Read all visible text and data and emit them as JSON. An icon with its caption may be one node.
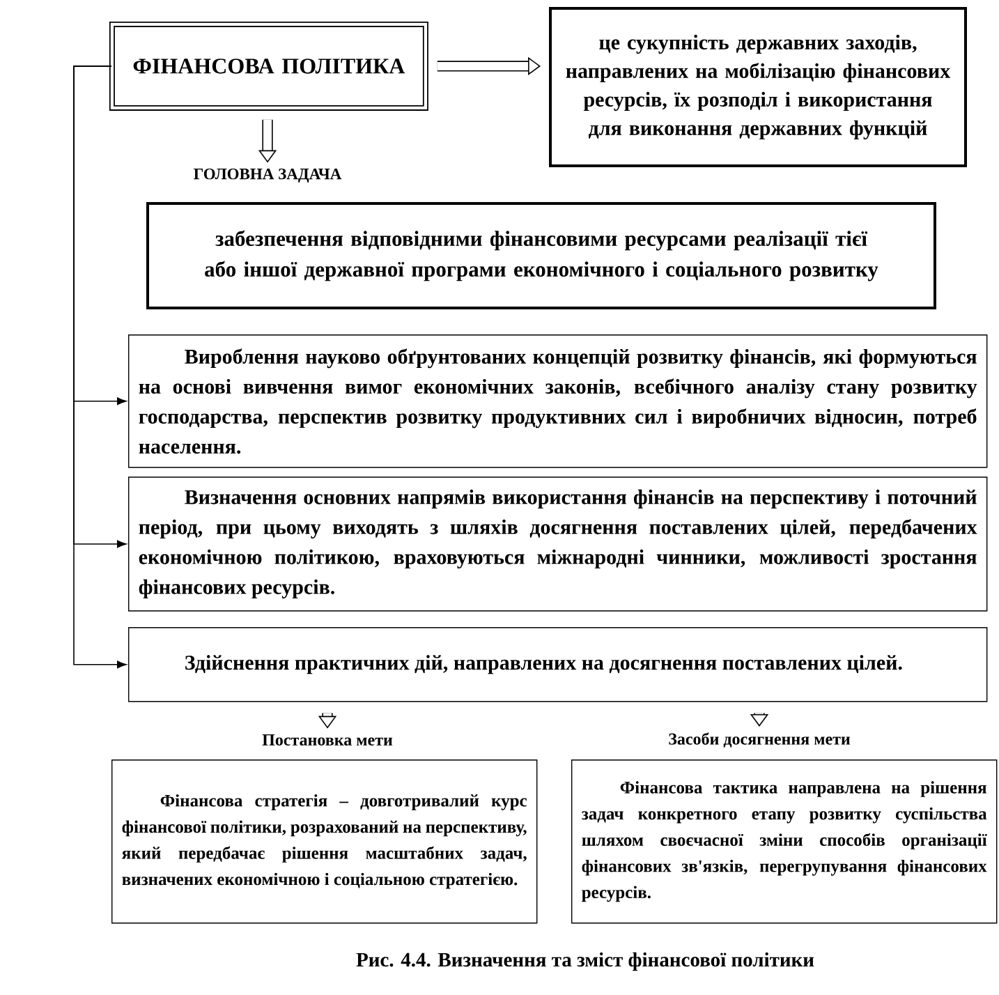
{
  "diagram": {
    "caption": "Рис. 4.4. Визначення та зміст фінансової політики",
    "nodes": [
      {
        "text": [
          "ФІНАНСОВА ПОЛІТИКА"
        ]
      },
      {
        "text": [
          "це сукупність державних заходів, направлених на мобілізацію фінансових ресурсів, їх розподіл і використання для виконання державних функцій"
        ]
      },
      {
        "text": [
          "ГОЛОВНА ЗАДАЧА"
        ]
      },
      {
        "text": [
          "забезпечення відповідними фінансовими ресурсами реалізації тієї або іншої державної програми економічного і соціального розвитку"
        ]
      },
      {
        "text": [
          "Вироблення науково обґрунтованих концепцій розвитку фінансів, які формуються на основі вивчення вимог економічних законів, всебічного аналізу стану розвитку господарства, перспектив розвитку продуктивних сил і виробничих відносин, потреб населення."
        ]
      },
      {
        "text": [
          "Визначення основних напрямів використання фінансів на перспективу і поточний період, при цьому виходять з шляхів досягнення поставлених цілей, передбачених економічною політикою, враховуються міжнародні чинники, можливості зростання фінансових ресурсів."
        ]
      },
      {
        "text": [
          "Здійснення практичних дій, направлених на досягнення поставлених цілей."
        ]
      },
      {
        "text": [
          "Постановка мети"
        ]
      },
      {
        "text": [
          "Засоби досягнення мети"
        ]
      },
      {
        "text": [
          "Фінансова стратегія – довготривалий курс фінансової політики, розрахований на перспективу, який передбачає рішення масштабних задач, визначених економічною і соціальною стратегією."
        ]
      },
      {
        "text": [
          "Фінансова тактика направлена на рішення задач конкретного етапу розвитку суспільства шляхом своєчасної зміни способів організації фінансових зв'язків, перегрупування фінансових ресурсів."
        ]
      }
    ],
    "edges": [
      {
        "from": 0,
        "to": 1,
        "arrow": "to"
      },
      {
        "from": 0,
        "to": 2,
        "arrow": "to"
      },
      {
        "from": 0,
        "to": 4,
        "arrow": "to"
      },
      {
        "from": 0,
        "to": 5,
        "arrow": "to"
      },
      {
        "from": 0,
        "to": 6,
        "arrow": "to"
      },
      {
        "from": 6,
        "to": 7,
        "arrow": "to"
      },
      {
        "from": 6,
        "to": 8,
        "arrow": "to"
      }
    ]
  }
}
